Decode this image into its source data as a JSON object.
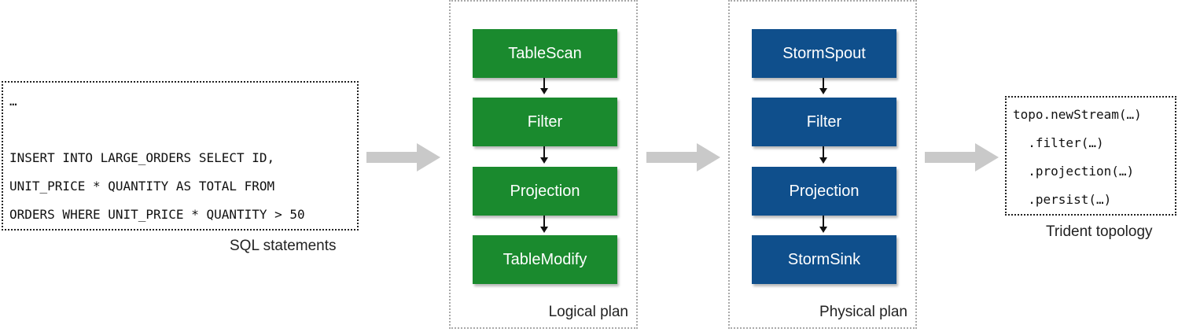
{
  "sql_box": {
    "lines": [
      "…",
      "",
      "INSERT INTO LARGE_ORDERS SELECT ID,",
      "UNIT_PRICE * QUANTITY AS TOTAL FROM",
      "ORDERS WHERE UNIT_PRICE * QUANTITY > 50"
    ],
    "caption": "SQL statements"
  },
  "logical_plan": {
    "caption": "Logical plan",
    "nodes": [
      "TableScan",
      "Filter",
      "Projection",
      "TableModify"
    ],
    "color": "#1a8a2e"
  },
  "physical_plan": {
    "caption": "Physical plan",
    "nodes": [
      "StormSpout",
      "Filter",
      "Projection",
      "StormSink"
    ],
    "color": "#0f4f8c"
  },
  "trident_box": {
    "lines": [
      "topo.newStream(…)",
      "  .filter(…)",
      "  .projection(…)",
      "  .persist(…)"
    ],
    "caption": "Trident topology"
  },
  "arrow_color": "#c9c9c9"
}
